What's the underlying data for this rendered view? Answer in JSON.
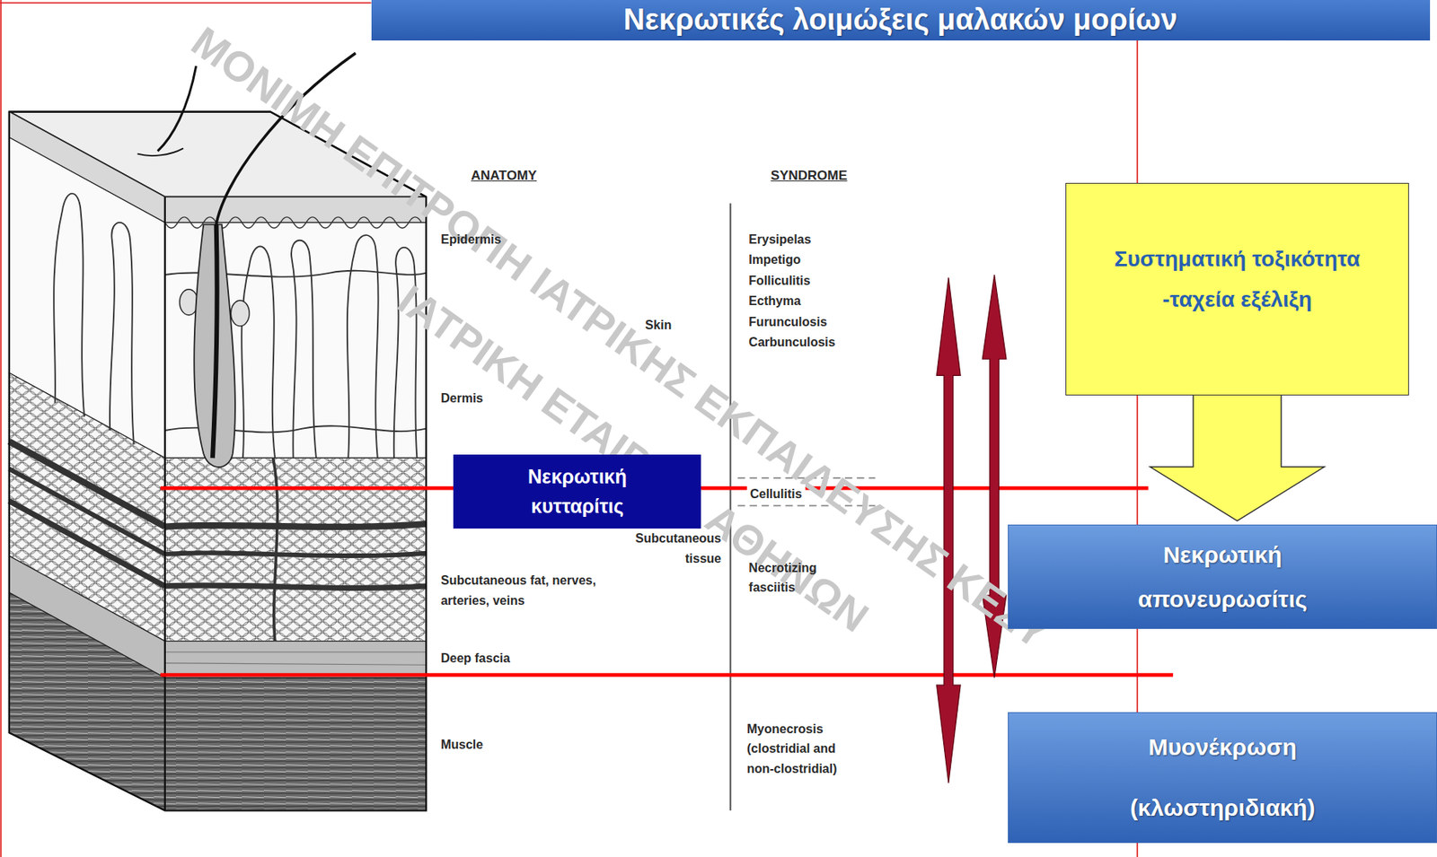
{
  "diagram": {
    "title": "Νεκρωτικές λοιμώξεις μαλακών μορίων",
    "nodes": [
      {
        "text": [
          "Συστηματική τοξικότητα -ταχεία εξέλιξη"
        ]
      },
      {
        "text": [
          "Νεκρωτική κυτταρίτις"
        ]
      },
      {
        "text": [
          "Νεκρωτική απονευρωσίτις"
        ]
      },
      {
        "text": [
          "Μυονέκρωση (κλωστηριδιακή)"
        ]
      }
    ],
    "edges": [
      {
        "from": 0,
        "to": 2,
        "arrow": "to"
      }
    ],
    "labels": [
      "ΜΟΝΙΜΗ ΕΠΙΤΡΟΠΗ ΙΑΤΡΙΚΗΣ ΕΚΠΑΙΔΕΥΣΗΣ ΚΕΣΥ",
      "ΙΑΤΡΙΚΗ ΕΤΑΙΡΕΙΑ ΑΘΗΝΩΝ",
      "ANATOMY",
      "SYNDROME",
      "Epidermis",
      "Skin",
      "Dermis",
      "Subcutaneous tissue",
      "Subcutaneous fat, nerves, arteries, veins",
      "Deep fascia",
      "Muscle",
      "Erysipelas",
      "Impetigo",
      "Folliculitis",
      "Ecthyma",
      "Furunculosis",
      "Carbunculosis",
      "Cellulitis",
      "Necrotizing fasciitis",
      "Myonecrosis (clostridial and non-clostridial)"
    ]
  }
}
